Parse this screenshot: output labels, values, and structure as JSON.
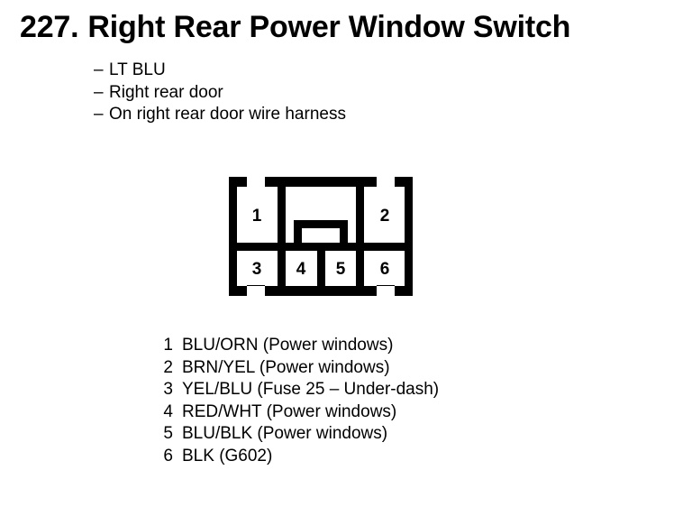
{
  "page": {
    "background_color": "#ffffff",
    "ink_color": "#000000"
  },
  "header": {
    "number": "227.",
    "title": "Right Rear Power Window Switch"
  },
  "attributes": {
    "dash": "–",
    "items": [
      "LT BLU",
      "Right rear door",
      "On right rear door wire harness"
    ]
  },
  "connector": {
    "name": "6-pin connector",
    "top_row_pins": [
      "1",
      "2"
    ],
    "bottom_row_pins": [
      "3",
      "4",
      "5",
      "6"
    ]
  },
  "pin_legend": [
    {
      "pin": "1",
      "text": "BLU/ORN (Power windows)"
    },
    {
      "pin": "2",
      "text": "BRN/YEL (Power windows)"
    },
    {
      "pin": "3",
      "text": "YEL/BLU (Fuse 25 – Under-dash)"
    },
    {
      "pin": "4",
      "text": "RED/WHT (Power windows)"
    },
    {
      "pin": "5",
      "text": "BLU/BLK (Power windows)"
    },
    {
      "pin": "6",
      "text": "BLK (G602)"
    }
  ]
}
